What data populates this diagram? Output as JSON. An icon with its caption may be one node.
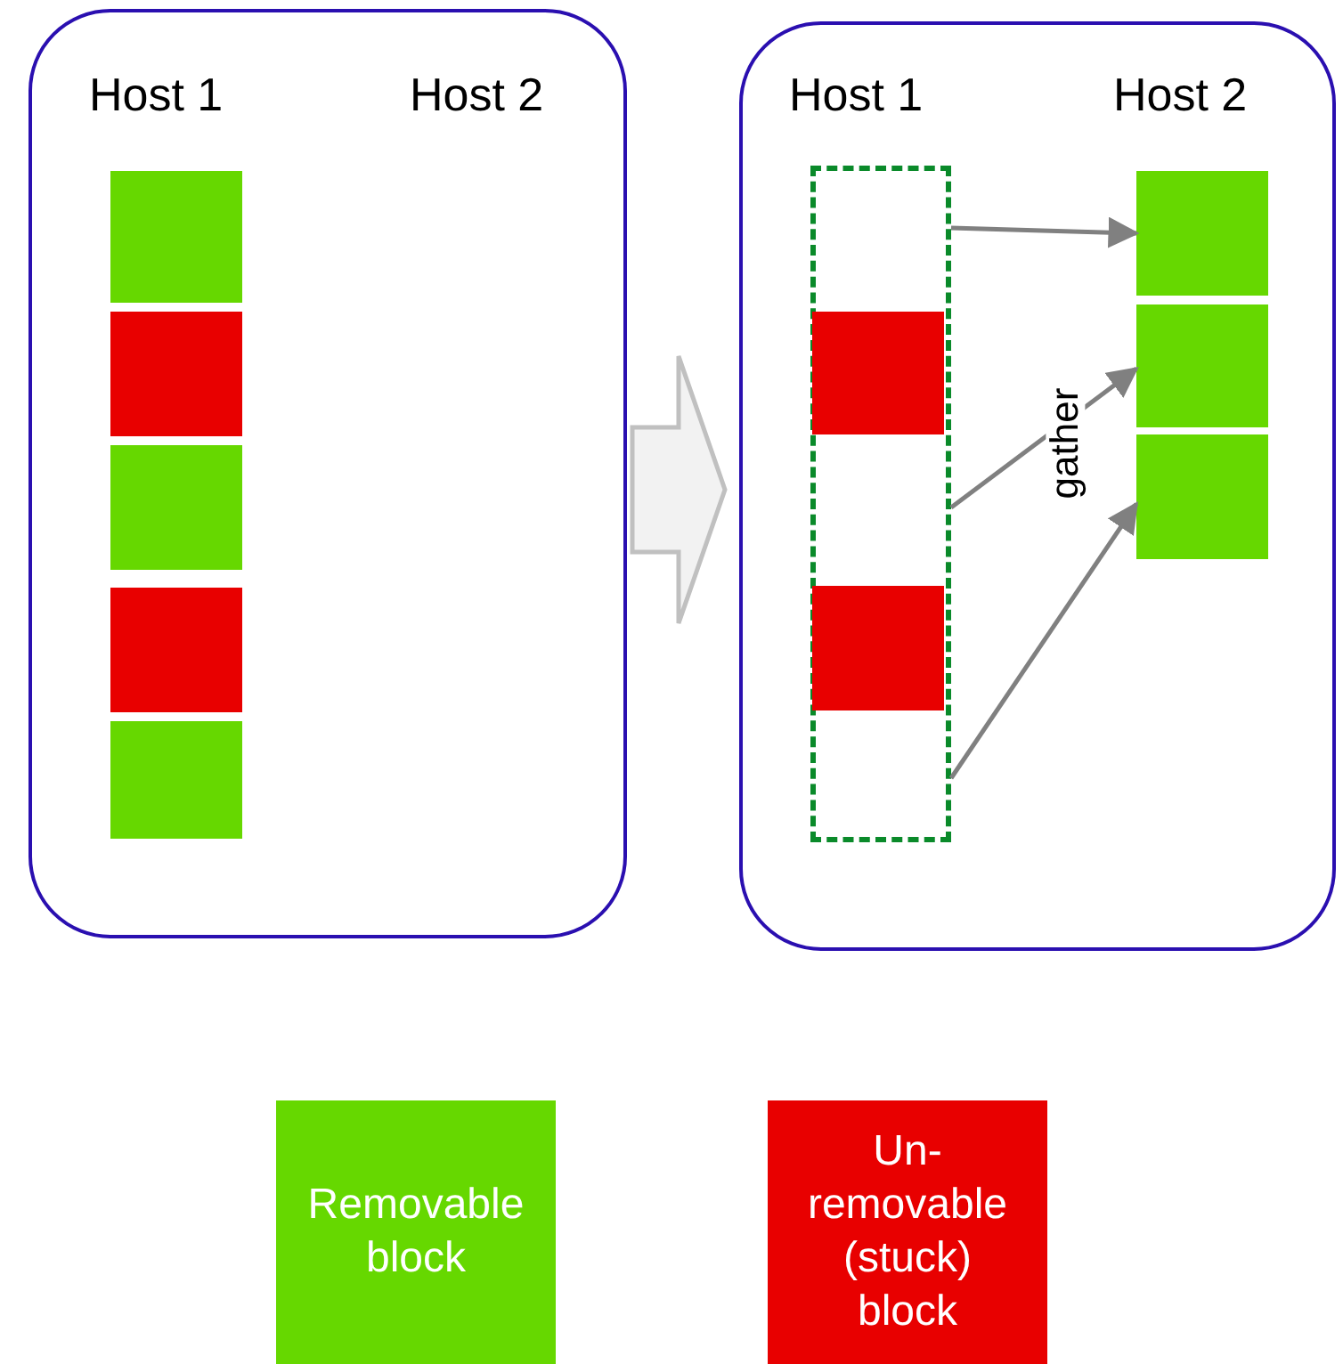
{
  "diagram": {
    "nodes": [
      {
        "text": [
          "Host 1",
          "Host 2"
        ]
      },
      {
        "text": [],
        "shape": "box",
        "in": 0
      },
      {
        "text": [],
        "shape": "box",
        "in": 0
      },
      {
        "text": [],
        "shape": "box",
        "in": 0
      },
      {
        "text": [],
        "shape": "box",
        "in": 0
      },
      {
        "text": [],
        "shape": "box",
        "in": 0
      },
      {
        "text": [
          "Host 1",
          "Host 2"
        ]
      },
      {
        "text": [],
        "shape": "box",
        "in": 6
      },
      {
        "text": [],
        "shape": "box",
        "in": 7
      },
      {
        "text": [],
        "shape": "box",
        "in": 7
      },
      {
        "text": [],
        "shape": "box",
        "in": 6
      },
      {
        "text": [],
        "shape": "box",
        "in": 6
      },
      {
        "text": [],
        "shape": "box",
        "in": 6
      }
    ],
    "edges": [
      {
        "from": 0,
        "to": 6,
        "arrow": "to",
        "style": "thick",
        "color": "#c0c0c0"
      },
      {
        "from": 7,
        "to": 10,
        "arrow": "to"
      },
      {
        "from": 7,
        "to": 11,
        "arrow": "to",
        "label": "gather"
      },
      {
        "from": 7,
        "to": 12,
        "arrow": "to"
      }
    ],
    "legend": [
      {
        "text": "Removable block",
        "color": "#66d800"
      },
      {
        "text": "Un-removable (stuck) block",
        "color": "#e80000"
      }
    ]
  }
}
